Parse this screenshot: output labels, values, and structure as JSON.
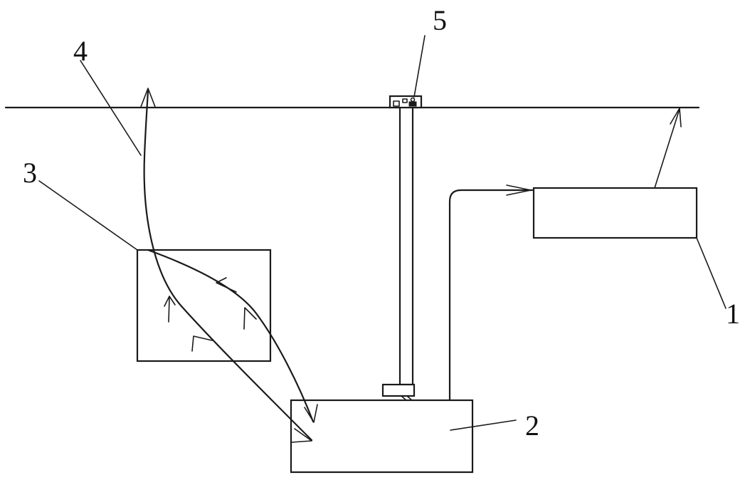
{
  "labels": {
    "device_1": "1",
    "device_2": "2",
    "device_3": "3",
    "device_4": "4",
    "device_5": "5"
  },
  "colors": {
    "line": "#1a1a1a",
    "background": "#ffffff"
  }
}
